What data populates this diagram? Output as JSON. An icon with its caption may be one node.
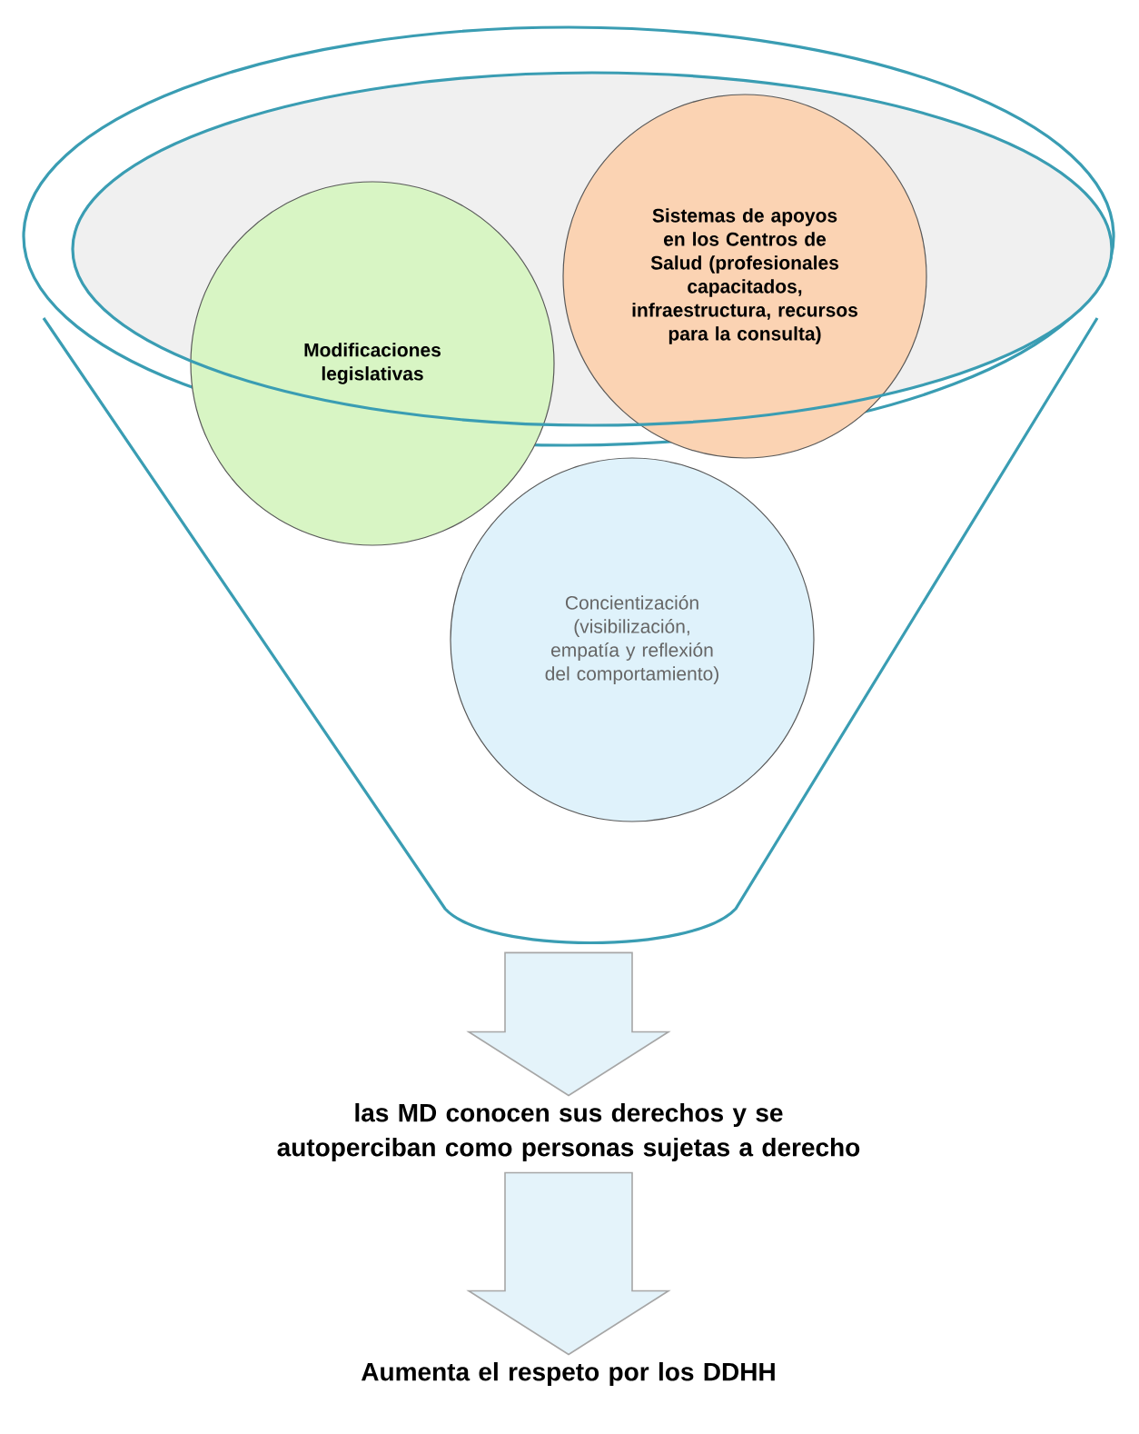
{
  "diagram": {
    "nodes": [
      {
        "text": [],
        "shape": "funnel"
      },
      {
        "text": [
          "Modificaciones legislativas"
        ],
        "in": 0
      },
      {
        "text": [
          "Sistemas de apoyos en los Centros de Salud (profesionales capacitados, infraestructura, recursos para la consulta)"
        ],
        "in": 0
      },
      {
        "text": [
          "Concientización (visibilización, empatía y reflexión del comportamiento)"
        ],
        "in": 0
      },
      {
        "text": [
          "las MD conocen sus derechos y se autoperciban como personas sujetas a derecho"
        ]
      },
      {
        "text": [
          "Aumenta el respeto por los DDHH"
        ]
      }
    ],
    "edges": [
      {
        "from": 0,
        "to": 4,
        "arrow": "to"
      },
      {
        "from": 4,
        "to": 5,
        "arrow": "to"
      }
    ]
  }
}
